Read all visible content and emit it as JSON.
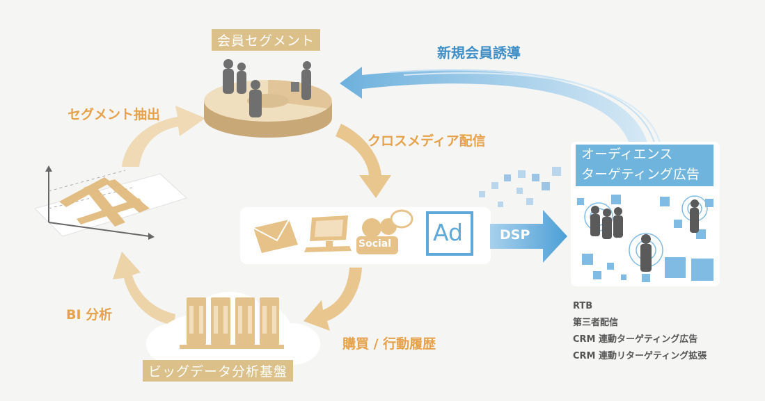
{
  "labels": {
    "member_segment": "会員セグメント",
    "new_member_guide": "新規会員誘導",
    "segment_extract": "セグメント抽出",
    "cross_media": "クロスメディア配信",
    "bi_analysis": "BI 分析",
    "purchase_history": "購買 / 行動履歴",
    "bigdata_platform": "ビッグデータ分析基盤",
    "dsp": "DSP",
    "audience_title": [
      "オーディエンス",
      "ターゲティング広告"
    ],
    "social": "Social",
    "ad": "Ad"
  },
  "rtb_list": [
    "RTB",
    "第三者配信",
    "CRM 連動ターゲティング広告",
    "CRM 連動リターゲティング拡張"
  ],
  "colors": {
    "orange_text": "#e6a24a",
    "orange_box": "#dcc08a",
    "blue_text": "#3f8fc6",
    "blue_box": "#6fb4dd",
    "arrow_orange": "#ecd3a8",
    "arrow_blue": "#5ea9da"
  },
  "icons": [
    "envelope-icon",
    "monitor-icon",
    "social-icon",
    "ad-icon",
    "server-rack-icon",
    "pie-chart-icon",
    "target-icon",
    "person-icon"
  ]
}
